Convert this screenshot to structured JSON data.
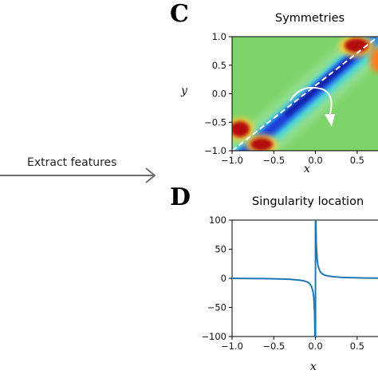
{
  "flow": {
    "label": "Extract features"
  },
  "panel_c": {
    "letter": "C",
    "title": "Symmetries",
    "xlabel": "x",
    "ylabel": "y"
  },
  "panel_d": {
    "letter": "D",
    "title": "Singularity location",
    "xlabel": "x"
  },
  "chart_data": [
    {
      "type": "heatmap",
      "title": "Symmetries",
      "xlabel": "x",
      "ylabel": "y",
      "xlim": [
        -1.0,
        0.75
      ],
      "ylim": [
        -1.0,
        1.0
      ],
      "x_ticks": [
        "−1.0",
        "−0.5",
        "0.0",
        "0.5"
      ],
      "y_ticks": [
        "−1.0",
        "−0.5",
        "0.0",
        "0.5",
        "1.0"
      ],
      "x_tick_values": [
        -1.0,
        -0.5,
        0.0,
        0.5
      ],
      "y_tick_values": [
        -1.0,
        -0.5,
        0.0,
        0.5,
        1.0
      ],
      "colormap": "jet",
      "colors": {
        "background": "#7ed36a",
        "blue_ridge": "#1a3cd6",
        "red_lobe": "#b20c0c"
      },
      "symmetry_axis": {
        "from": [
          -1.0,
          -1.0
        ],
        "to": [
          0.75,
          0.75
        ],
        "style": "dashed",
        "color": "#ffffff"
      },
      "rotation_arrow": {
        "center": [
          0.2,
          0.0
        ],
        "direction": "clockwise",
        "color": "#ffffff"
      }
    },
    {
      "type": "line",
      "title": "Singularity location",
      "xlabel": "x",
      "ylabel": "",
      "xlim": [
        -1.0,
        0.75
      ],
      "ylim": [
        -100,
        100
      ],
      "x_ticks": [
        "−1.0",
        "−0.5",
        "0.0",
        "0.5"
      ],
      "y_ticks": [
        "−100",
        "−50",
        "0",
        "50",
        "100"
      ],
      "x_tick_values": [
        -1.0,
        -0.5,
        0.0,
        0.5
      ],
      "y_tick_values": [
        -100,
        -50,
        0,
        50,
        100
      ],
      "series_color": "#1f77b4",
      "series": [
        {
          "x": [
            -1.0,
            -0.8,
            -0.6,
            -0.4,
            -0.3,
            -0.2,
            -0.15,
            -0.1,
            -0.07,
            -0.05,
            -0.03,
            -0.02,
            -0.01,
            -0.005,
            0.0
          ],
          "y": [
            0,
            -0.3,
            -0.6,
            -1.2,
            -1.8,
            -3,
            -4,
            -6,
            -9,
            -13,
            -22,
            -33,
            -60,
            -100,
            -100
          ]
        },
        {
          "x": [
            0.0,
            0.0,
            0.005,
            0.01,
            0.02,
            0.03,
            0.05,
            0.07,
            0.1,
            0.15,
            0.2,
            0.3,
            0.4,
            0.6,
            0.75
          ],
          "y": [
            -100,
            100,
            100,
            60,
            33,
            22,
            13,
            9,
            6,
            4,
            3,
            1.8,
            1.2,
            0.6,
            0.3
          ]
        }
      ]
    }
  ]
}
